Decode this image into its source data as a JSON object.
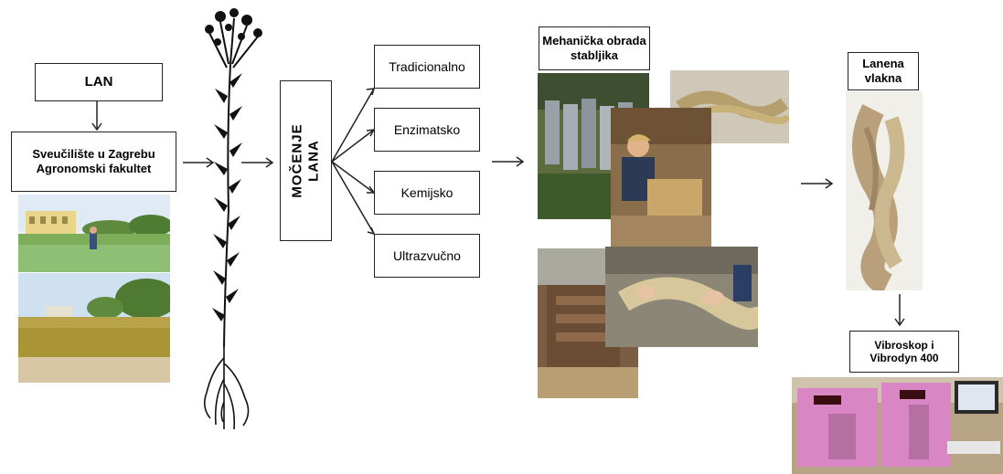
{
  "boxes": {
    "lan": "LAN",
    "university": "Sveučilište u Zagrebu\nAgronomski fakultet",
    "retting": "MOČENJE LANA",
    "methods": [
      "Tradicionalno",
      "Enzimatsko",
      "Kemijsko",
      "Ultrazvučno"
    ],
    "mechanical": "Mehanička obrada\nstabljika",
    "fibers": "Lanena\nvlakna",
    "instrument": "Vibroskop i\nVibrodyn 400"
  },
  "colors": {
    "instrument_casing": "#d987c4",
    "grass": "#7fae5a",
    "flax_fiber": "#c9b27a",
    "sky": "#cfe0f0"
  }
}
